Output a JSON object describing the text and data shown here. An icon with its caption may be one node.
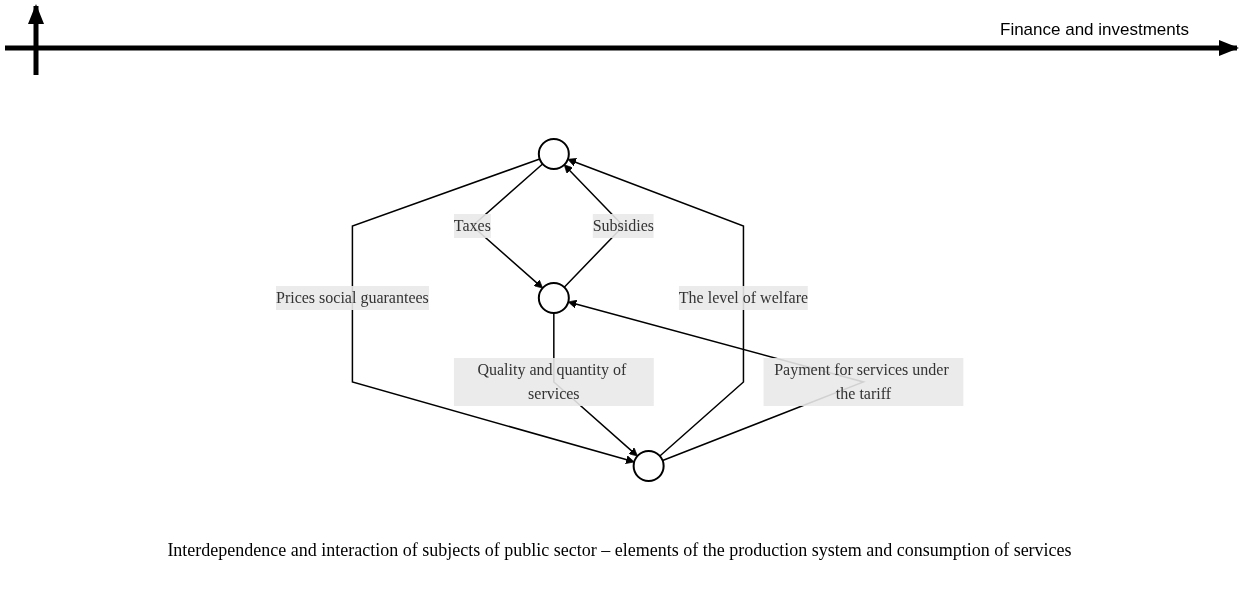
{
  "diagram": {
    "caption": "Interdependence and interaction of subjects of public sector – elements of the production system and consumption of services",
    "nodes": [
      {
        "text": [],
        "shape": "ellipse"
      },
      {
        "text": [],
        "shape": "ellipse"
      },
      {
        "text": [],
        "shape": "ellipse"
      }
    ],
    "edges": [
      {
        "from": 1,
        "to": 0,
        "arrow": "to",
        "label": "Subsidies"
      },
      {
        "from": 0,
        "to": 1,
        "arrow": "to",
        "label": "Taxes"
      },
      {
        "from": 0,
        "to": 2,
        "arrow": "to",
        "label": "Prices social guarantees"
      },
      {
        "from": 2,
        "to": 0,
        "arrow": "to",
        "label": "The level of welfare"
      },
      {
        "from": 2,
        "to": 1,
        "arrow": "to",
        "label": "Payment for services under the tariff"
      },
      {
        "from": 1,
        "to": 2,
        "arrow": "to",
        "label": "Quality and quantity of services"
      }
    ],
    "labels": [
      "Finance and investments"
    ]
  }
}
